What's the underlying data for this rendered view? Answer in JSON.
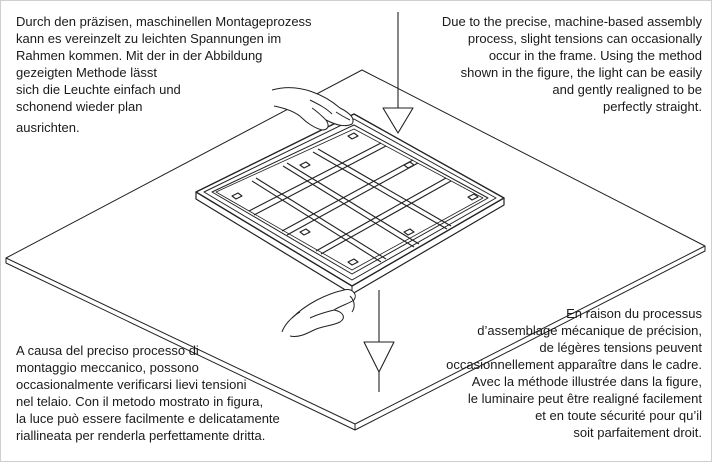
{
  "texts": {
    "de": {
      "lines": [
        "Durch den präzisen, maschinellen Montageprozess",
        "kann es vereinzelt zu leichten Spannungen im",
        "Rahmen kommen. Mit der in der Abbildung",
        "gezeigten Methode lässt",
        "sich die Leuchte einfach und",
        "schonend wieder plan",
        "ausrichten."
      ]
    },
    "en": {
      "lines": [
        "Due to the precise, machine-based assembly",
        "process, slight tensions can occasionally",
        "occur in the frame. Using the method",
        "shown in the figure, the light can be easily",
        "and gently realigned to be",
        "perfectly straight."
      ]
    },
    "it": {
      "lines": [
        "A causa del preciso processo di",
        "montaggio meccanico, possono",
        "occasionalmente verificarsi lievi tensioni",
        "nel telaio. Con il metodo mostrato in figura,",
        "la luce può essere facilmente e delicatamente",
        "riallineata per renderla perfettamente dritta."
      ]
    },
    "fr": {
      "lines": [
        "En raison du processus",
        "d’assemblage mécanique de précision,",
        "de légères tensions peuvent",
        "occasionnellement apparaître dans le cadre.",
        "Avec la méthode illustrée dans la figure,",
        "le luminaire peut être realigné facilement",
        "et en toute sécurité pour qu’il",
        "soit parfaitement droit."
      ]
    }
  },
  "icons": {
    "arrow_down": "arrow-down-icon",
    "hand": "hand-icon"
  },
  "colors": {
    "line": "#222222",
    "frame_border": "#cfcfcf"
  }
}
